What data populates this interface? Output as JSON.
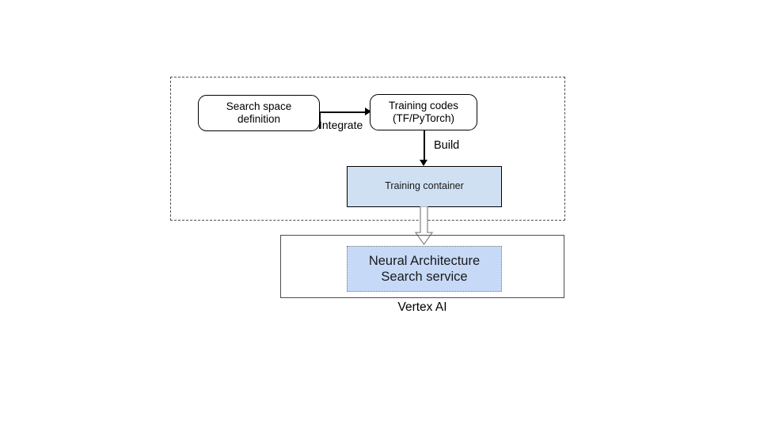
{
  "diagram": {
    "title": "Vertex AI Neural Architecture Search workflow",
    "background_color": "#ffffff",
    "group_frame": {
      "name": "user-environment-group",
      "border_style": "dashed",
      "border_color": "#4d4d4d"
    },
    "nodes": [
      {
        "id": "search-space",
        "label": "Search space\ndefinition",
        "shape": "rounded-rectangle",
        "fill": "#ffffff",
        "stroke": "#000000"
      },
      {
        "id": "training-codes",
        "label": "Training codes\n(TF/PyTorch)",
        "shape": "rounded-rectangle",
        "fill": "#ffffff",
        "stroke": "#000000"
      },
      {
        "id": "training-container",
        "label": "Training container",
        "shape": "rectangle",
        "fill": "#cfe0f3",
        "stroke": "#000000"
      },
      {
        "id": "nas-service",
        "label": "Neural Architecture\nSearch service",
        "shape": "rectangle",
        "fill": "#c6d9f7",
        "stroke": "#7a7a7a",
        "border_style": "dotted"
      },
      {
        "id": "vertex-ai",
        "label": "Vertex AI",
        "shape": "rectangle",
        "fill": "#ffffff",
        "stroke": "#4d4d4d"
      }
    ],
    "edges": [
      {
        "id": "integrate",
        "label": "Integrate",
        "from": "search-space",
        "to": "training-codes",
        "style": "thin-arrow",
        "color": "#000000"
      },
      {
        "id": "build",
        "label": "Build",
        "from": "training-codes",
        "to": "training-container",
        "style": "thin-arrow",
        "color": "#000000"
      },
      {
        "id": "deploy",
        "label": "",
        "from": "training-container",
        "to": "nas-service",
        "style": "block-arrow",
        "color": "#808080"
      }
    ]
  },
  "labels": {
    "search_space": "Search space\ndefinition",
    "training_codes": "Training codes\n(TF/PyTorch)",
    "training_container": "Training container",
    "nas_service": "Neural Architecture\nSearch service",
    "vertex_ai_caption": "Vertex AI",
    "integrate": "Integrate",
    "build": "Build"
  }
}
